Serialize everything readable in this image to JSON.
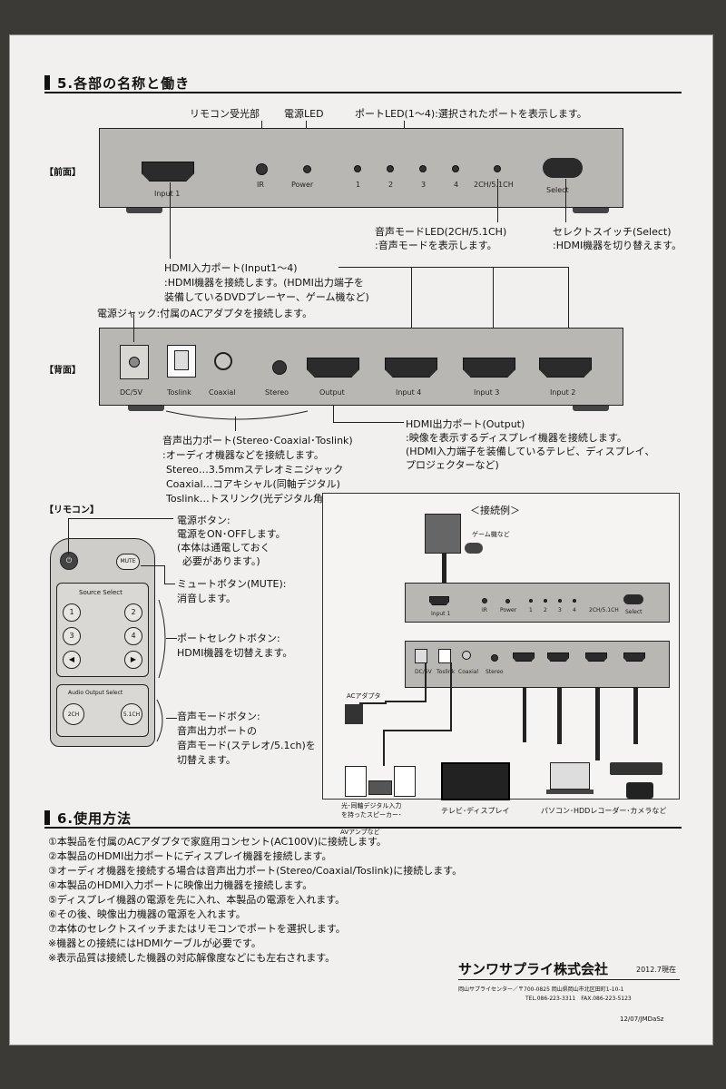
{
  "section5": {
    "title": "5.各部の名称と働き",
    "front_label": "【前面】",
    "back_label": "【背面】",
    "remote_label": "【リモコン】",
    "front": {
      "ir_callout": "リモコン受光部",
      "power_led_callout": "電源LED",
      "port_led_callout": "ポートLED(1～4):選択されたポートを表示します。",
      "input1": "Input 1",
      "ir": "IR",
      "power": "Power",
      "led1": "1",
      "led2": "2",
      "led3": "3",
      "led4": "4",
      "mode": "2CH/5.1CH",
      "select": "Select",
      "audio_led_callout_1": "音声モードLED(2CH/5.1CH)",
      "audio_led_callout_2": ":音声モードを表示します。",
      "select_callout_1": "セレクトスイッチ(Select)",
      "select_callout_2": ":HDMI機器を切り替えます。"
    },
    "hdmi_in": {
      "line1": "HDMI入力ポート(Input1～4)",
      "line2": ":HDMI機器を接続します。(HDMI出力端子を",
      "line3": "装備しているDVDプレーヤー、ゲーム機など)"
    },
    "power_jack": "電源ジャック:付属のACアダプタを接続します。",
    "back": {
      "dc": "DC/5V",
      "toslink": "Toslink",
      "coaxial": "Coaxial",
      "stereo": "Stereo",
      "output": "Output",
      "input4": "Input 4",
      "input3": "Input 3",
      "input2": "Input 2"
    },
    "hdmi_out": {
      "line1": "HDMI出力ポート(Output)",
      "line2": ":映像を表示するディスプレイ機器を接続します。",
      "line3": "(HDMI入力端子を装備しているテレビ、ディスプレイ、",
      "line4": "プロジェクターなど)"
    },
    "audio_out": {
      "line1": "音声出力ポート(Stereo･Coaxial･Toslink)",
      "line2": ":オーディオ機器などを接続します。",
      "line3": "Stereo…3.5mmステレオミニジャック",
      "line4": "Coaxial…コアキシャル(同軸デジタル)",
      "line5": "Toslink…トスリンク(光デジタル角型)"
    },
    "remote": {
      "mute": "MUTE",
      "source_select": "Source Select",
      "b1": "1",
      "b2": "2",
      "b3": "3",
      "b4": "4",
      "left": "◀",
      "right": "▶",
      "audio_output_select": "Audio Output Select",
      "ch2": "2CH",
      "ch51": "5.1CH",
      "power_callout_1": "電源ボタン:",
      "power_callout_2": "電源をON･OFFします。",
      "power_callout_3": "(本体は通電しておく",
      "power_callout_4": "必要があります。)",
      "mute_callout_1": "ミュートボタン(MUTE):",
      "mute_callout_2": "消音します。",
      "port_callout_1": "ポートセレクトボタン:",
      "port_callout_2": "HDMI機器を切替えます。",
      "mode_callout_1": "音声モードボタン:",
      "mode_callout_2": "音声出力ポートの",
      "mode_callout_3": "音声モード(ステレオ/5.1ch)を",
      "mode_callout_4": "切替えます。"
    },
    "example": {
      "title": "＜接続例＞",
      "game": "ゲーム機など",
      "ac": "ACアダプタ",
      "speaker_1": "光･同軸デジタル入力",
      "speaker_2": "を持ったスピーカー･",
      "speaker_3": "AVアンプなど",
      "tv": "テレビ･ディスプレイ",
      "pc": "パソコン･HDDレコーダー･カメラなど",
      "mini_input1": "Input 1",
      "mini_ir": "IR",
      "mini_power": "Power",
      "mini_select": "Select",
      "mini_mode": "2CH/5.1CH",
      "mini_dc": "DC/5V",
      "mini_toslink": "Toslink",
      "mini_coaxial": "Coaxial",
      "mini_stereo": "Stereo",
      "mini_1": "1",
      "mini_2": "2",
      "mini_3": "3",
      "mini_4": "4"
    }
  },
  "section6": {
    "title": "6.使用方法",
    "steps": [
      "①本製品を付属のACアダプタで家庭用コンセント(AC100V)に接続します。",
      "②本製品のHDMI出力ポートにディスプレイ機器を接続します。",
      "③オーディオ機器を接続する場合は音声出力ポート(Stereo/Coaxial/Toslink)に接続します。",
      "④本製品のHDMI入力ポートに映像出力機器を接続します。",
      "⑤ディスプレイ機器の電源を先に入れ、本製品の電源を入れます。",
      "⑥その後、映像出力機器の電源を入れます。",
      "⑦本体のセレクトスイッチまたはリモコンでポートを選択します。",
      "※機器との接続にはHDMIケーブルが必要です。",
      "※表示品質は接続した機器の対応解像度などにも左右されます。"
    ]
  },
  "footer": {
    "company": "サンワサプライ株式会社",
    "date": "2012.7現在",
    "address": "岡山サプライセンター／〒700-0825 岡山県岡山市北区田町1-10-1",
    "phone": "TEL.086-223-3311　FAX.086-223-5123",
    "code": "12/07/JMDaSz"
  },
  "colors": {
    "paper": "#f1f0ee",
    "device": "#b9b7b3",
    "ink": "#111111"
  }
}
